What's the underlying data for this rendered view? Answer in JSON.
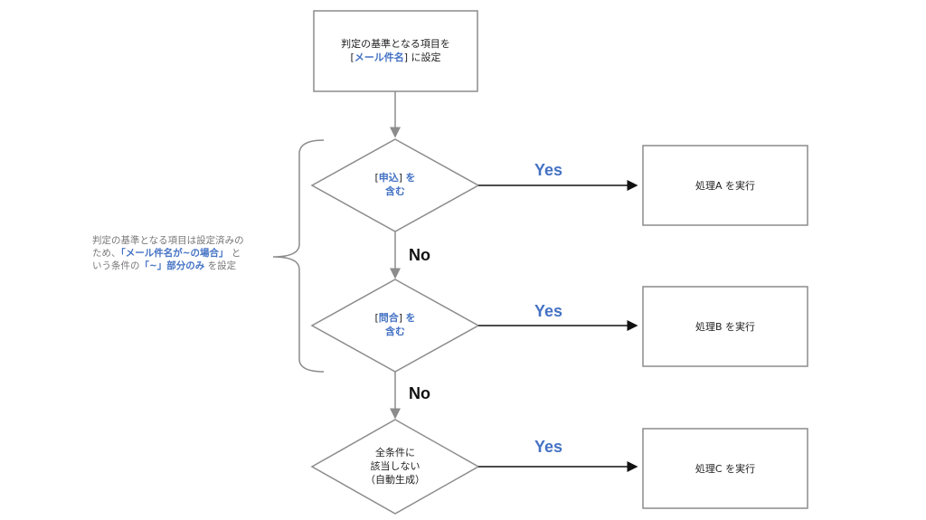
{
  "start": {
    "line1": "判定の基準となる項目を",
    "field": "メール件名",
    "line2_suffix": "に設定"
  },
  "decisions": [
    {
      "keyword": "申込",
      "suffix": "を",
      "line2": "含む"
    },
    {
      "keyword": "問合",
      "suffix": "を",
      "line2": "含む"
    },
    {
      "line1": "全条件に",
      "line2": "該当しない",
      "line3": "（自動生成）"
    }
  ],
  "actions": [
    "処理A を実行",
    "処理B を実行",
    "処理C を実行"
  ],
  "yes_label": "Yes",
  "no_label": "No",
  "note": {
    "line1": "判定の基準となる項目は設定済みの",
    "line2_prefix": "ため、",
    "line2_highlight": "「メール件名が~の場合」",
    "line2_suffix": "と",
    "line3_prefix": "いう条件の",
    "line3_highlight": "「~」部分のみ",
    "line3_suffix": "を設定"
  },
  "colors": {
    "blue": "#4472c4",
    "shape_stroke": "#8c8c8c",
    "arrow_dark": "#111111"
  }
}
